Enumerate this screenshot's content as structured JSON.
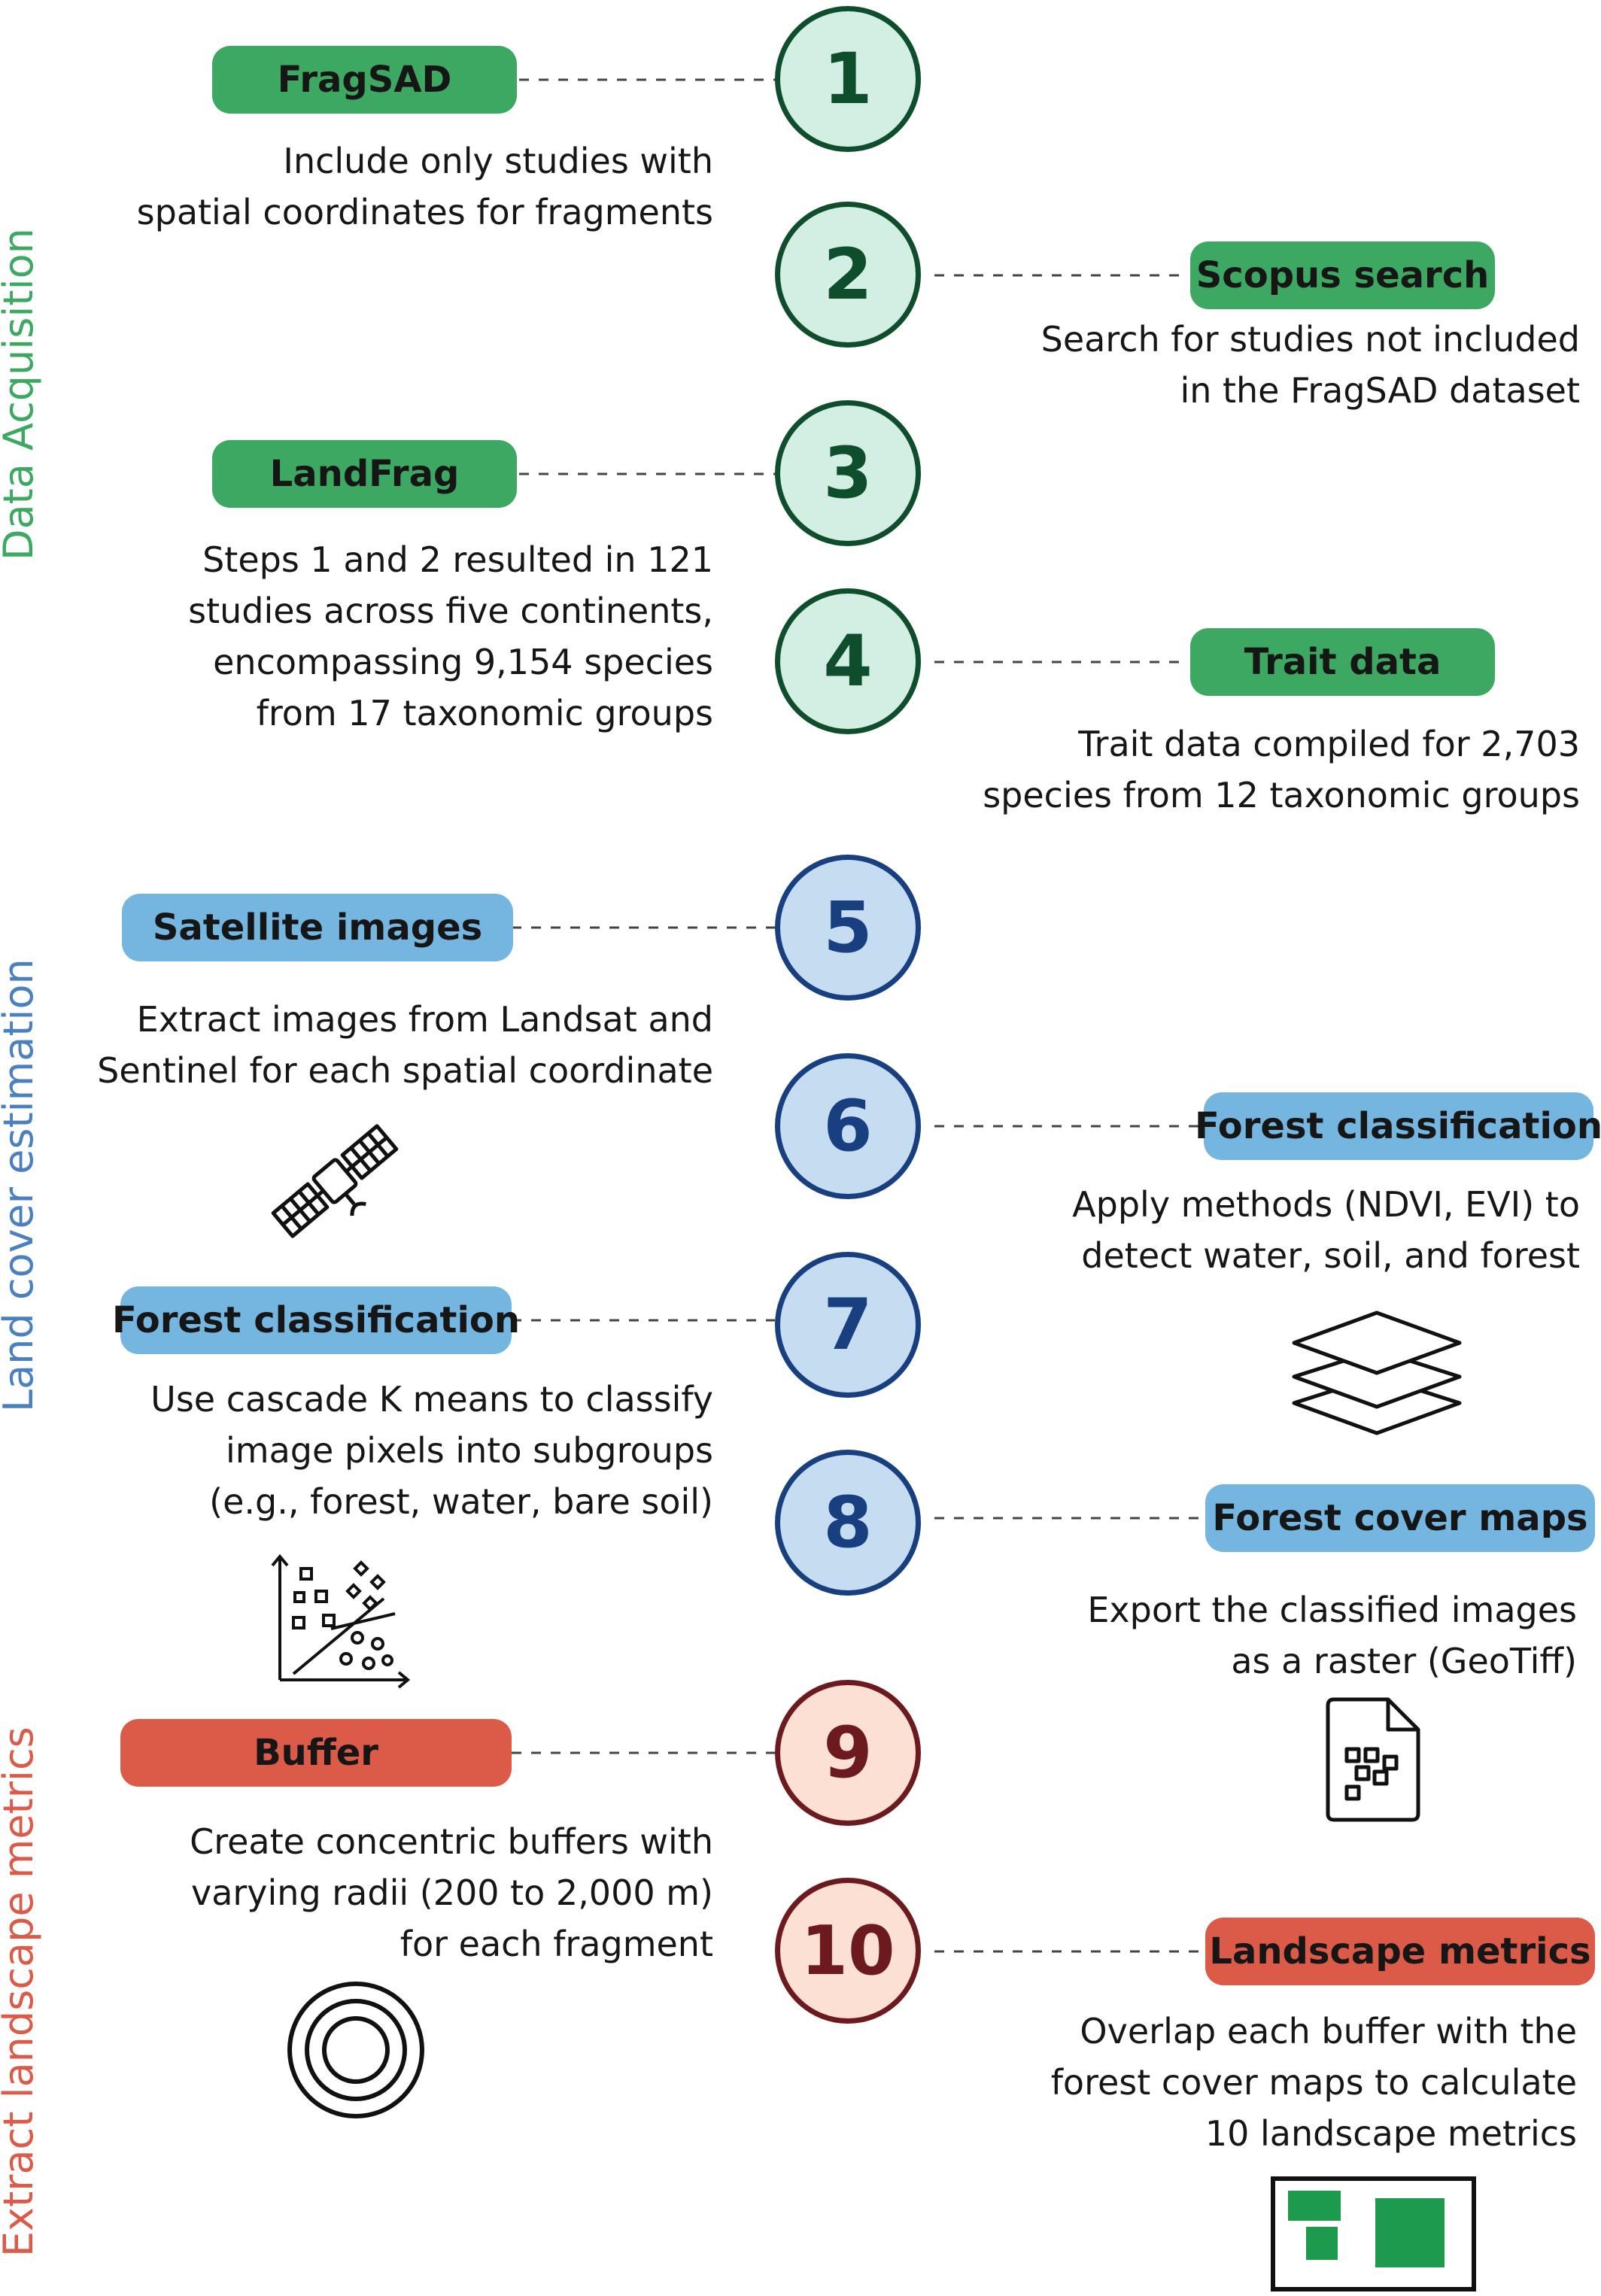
{
  "sections": {
    "data_acquisition": "Data Acquisition",
    "land_cover": "Land cover estimation",
    "landscape_metrics": "Extract landscape metrics"
  },
  "colors": {
    "green_pill": "#3ca862",
    "blue_pill": "#74b6e0",
    "red_pill": "#db5b48",
    "green_text": "#3ca862",
    "blue_text": "#4a7fc0",
    "red_text": "#db5b48"
  },
  "steps": [
    {
      "num": "1",
      "label": "FragSAD",
      "lines": [
        "Include only studies with",
        "spatial coordinates for fragments"
      ]
    },
    {
      "num": "2",
      "label": "Scopus search",
      "lines": [
        "Search for studies not included",
        "in the FragSAD dataset"
      ]
    },
    {
      "num": "3",
      "label": "LandFrag",
      "lines": [
        "Steps 1 and 2 resulted in 121",
        "studies across five continents,",
        "encompassing 9,154 species",
        "from 17 taxonomic groups"
      ]
    },
    {
      "num": "4",
      "label": "Trait data",
      "lines": [
        "Trait data compiled for 2,703",
        "species from 12 taxonomic groups"
      ]
    },
    {
      "num": "5",
      "label": "Satellite images",
      "lines": [
        "Extract images from Landsat and",
        "Sentinel for each spatial coordinate"
      ]
    },
    {
      "num": "6",
      "label": "Forest classification",
      "lines": [
        "Apply methods (NDVI, EVI) to",
        "detect water, soil, and forest"
      ]
    },
    {
      "num": "7",
      "label": "Forest classification",
      "lines": [
        "Use cascade K means to classify",
        "image pixels into subgroups",
        "(e.g., forest, water, bare soil)"
      ]
    },
    {
      "num": "8",
      "label": "Forest cover maps",
      "lines": [
        "Export the classified images",
        "as a raster (GeoTiff)"
      ]
    },
    {
      "num": "9",
      "label": "Buffer",
      "lines": [
        "Create concentric buffers with",
        "varying radii (200 to 2,000 m)",
        "for each fragment"
      ]
    },
    {
      "num": "10",
      "label": "Landscape metrics",
      "lines": [
        "Overlap each buffer with the",
        "forest cover maps to calculate",
        "10 landscape metrics"
      ]
    }
  ],
  "icons": [
    "satellite-icon",
    "layers-icon",
    "scatter-clusters-icon",
    "raster-file-icon",
    "concentric-circles-icon",
    "landscape-map-icon"
  ]
}
